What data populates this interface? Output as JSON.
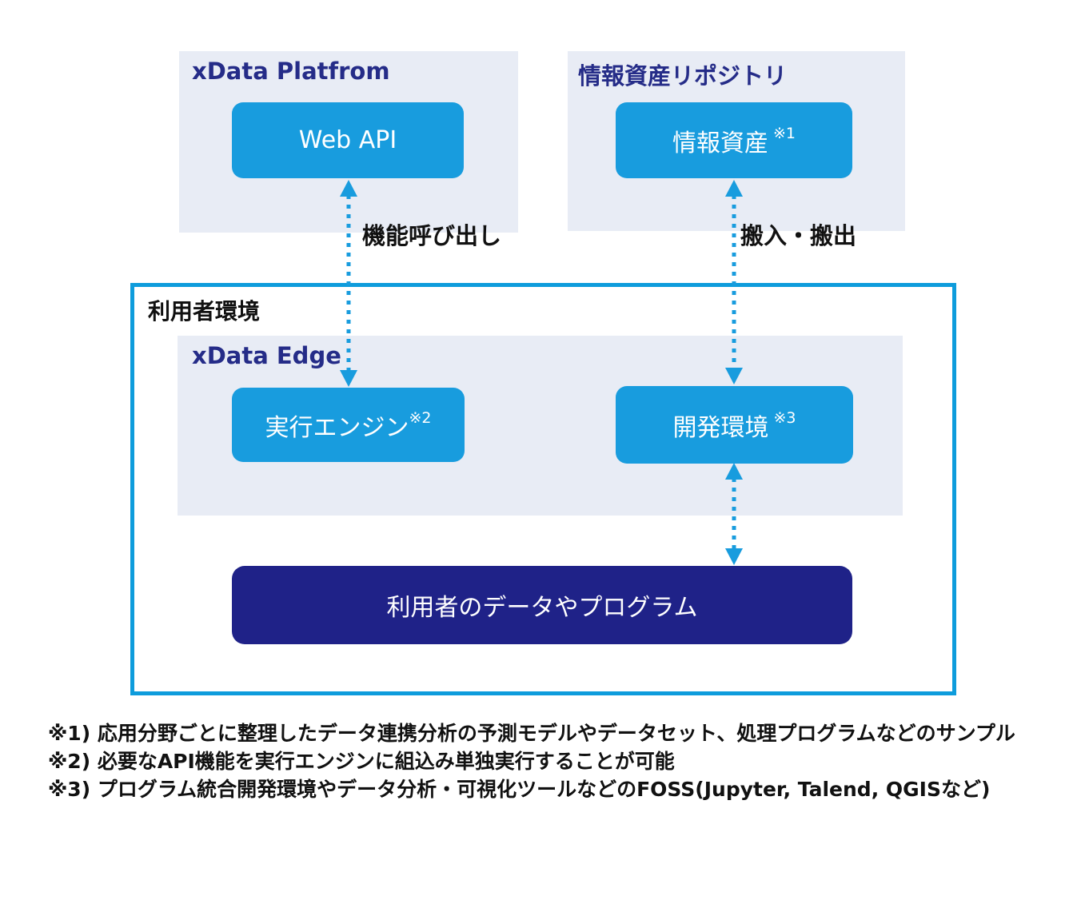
{
  "colors": {
    "accent_blue": "#189CDE",
    "outer_border_blue": "#0E9CDC",
    "panel_background": "#E8ECF5",
    "navy_box": "#1F2288",
    "header_navy_text": "#252C88",
    "text_black": "#111111",
    "node_text_white": "#FFFFFF"
  },
  "platform_panel": {
    "title": "xData Platfrom",
    "button": {
      "label": "Web API",
      "note": ""
    }
  },
  "repository_panel": {
    "title": "情報資産リポジトリ",
    "button": {
      "label": "情報資産",
      "note": " ※1"
    }
  },
  "user_env": {
    "title": "利用者環境",
    "edge_panel": {
      "title": "xData Edge",
      "exec_button": {
        "label": "実行エンジン",
        "note": "※2"
      },
      "dev_button": {
        "label": "開発環境",
        "note": " ※3"
      }
    },
    "user_data_box": {
      "label": "利用者のデータやプログラム"
    }
  },
  "arrow_labels": {
    "function_call": "機能呼び出し",
    "carry_in_out": "搬入・搬出"
  },
  "footnotes": [
    "※1) 応用分野ごとに整理したデータ連携分析の予測モデルやデータセット、処理プログラムなどのサンプル",
    "※2) 必要なAPI機能を実行エンジンに組込み単独実行することが可能",
    "※3) プログラム統合開発環境やデータ分析・可視化ツールなどのFOSS(Jupyter, Talend, QGISなど)"
  ]
}
